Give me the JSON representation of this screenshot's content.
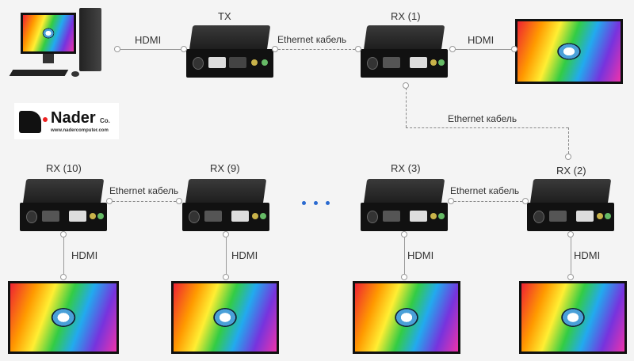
{
  "labels": {
    "tx": "TX",
    "rx1": "RX (1)",
    "rx2": "RX (2)",
    "rx3": "RX (3)",
    "rx9": "RX (9)",
    "rx10": "RX (10)"
  },
  "connections": {
    "hdmi": "HDMI",
    "ethernet": "Ethernet кабель"
  },
  "logo": {
    "name": "Nader",
    "suffix": "Co.",
    "url": "www.nadercomputer.com"
  },
  "colors": {
    "ellipsis": "#2a6ad0",
    "line": "#999999"
  }
}
